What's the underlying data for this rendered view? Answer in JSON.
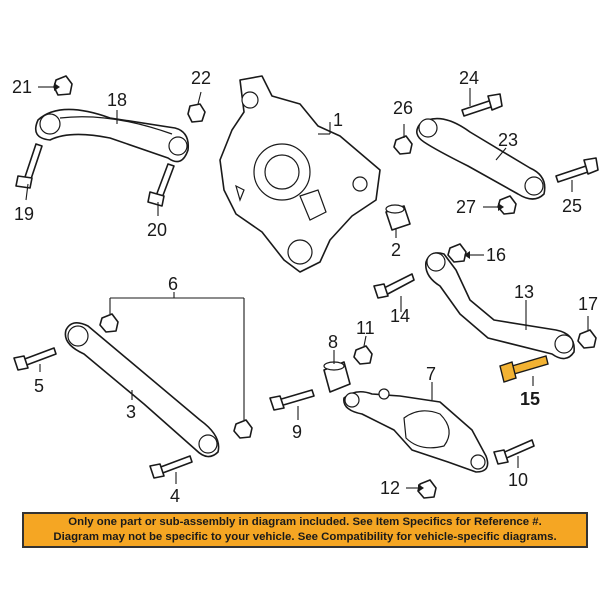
{
  "callouts": {
    "c1": "1",
    "c2": "2",
    "c3": "3",
    "c4": "4",
    "c5": "5",
    "c6": "6",
    "c7": "7",
    "c8": "8",
    "c9": "9",
    "c10": "10",
    "c11": "11",
    "c12": "12",
    "c13": "13",
    "c14": "14",
    "c15": "15",
    "c16": "16",
    "c17": "17",
    "c18": "18",
    "c19": "19",
    "c20": "20",
    "c21": "21",
    "c22": "22",
    "c23": "23",
    "c24": "24",
    "c25": "25",
    "c26": "26",
    "c27": "27"
  },
  "highlighted_part": "15",
  "colors": {
    "highlight": "#f2b233",
    "notice_bg": "#f5a623",
    "line": "#1a1a1a"
  },
  "notice": {
    "line1": "Only one part or sub-assembly in diagram included. See Item Specifics for Reference #.",
    "line2": "Diagram may not be specific to your vehicle. See Compatibility for vehicle-specific diagrams."
  }
}
